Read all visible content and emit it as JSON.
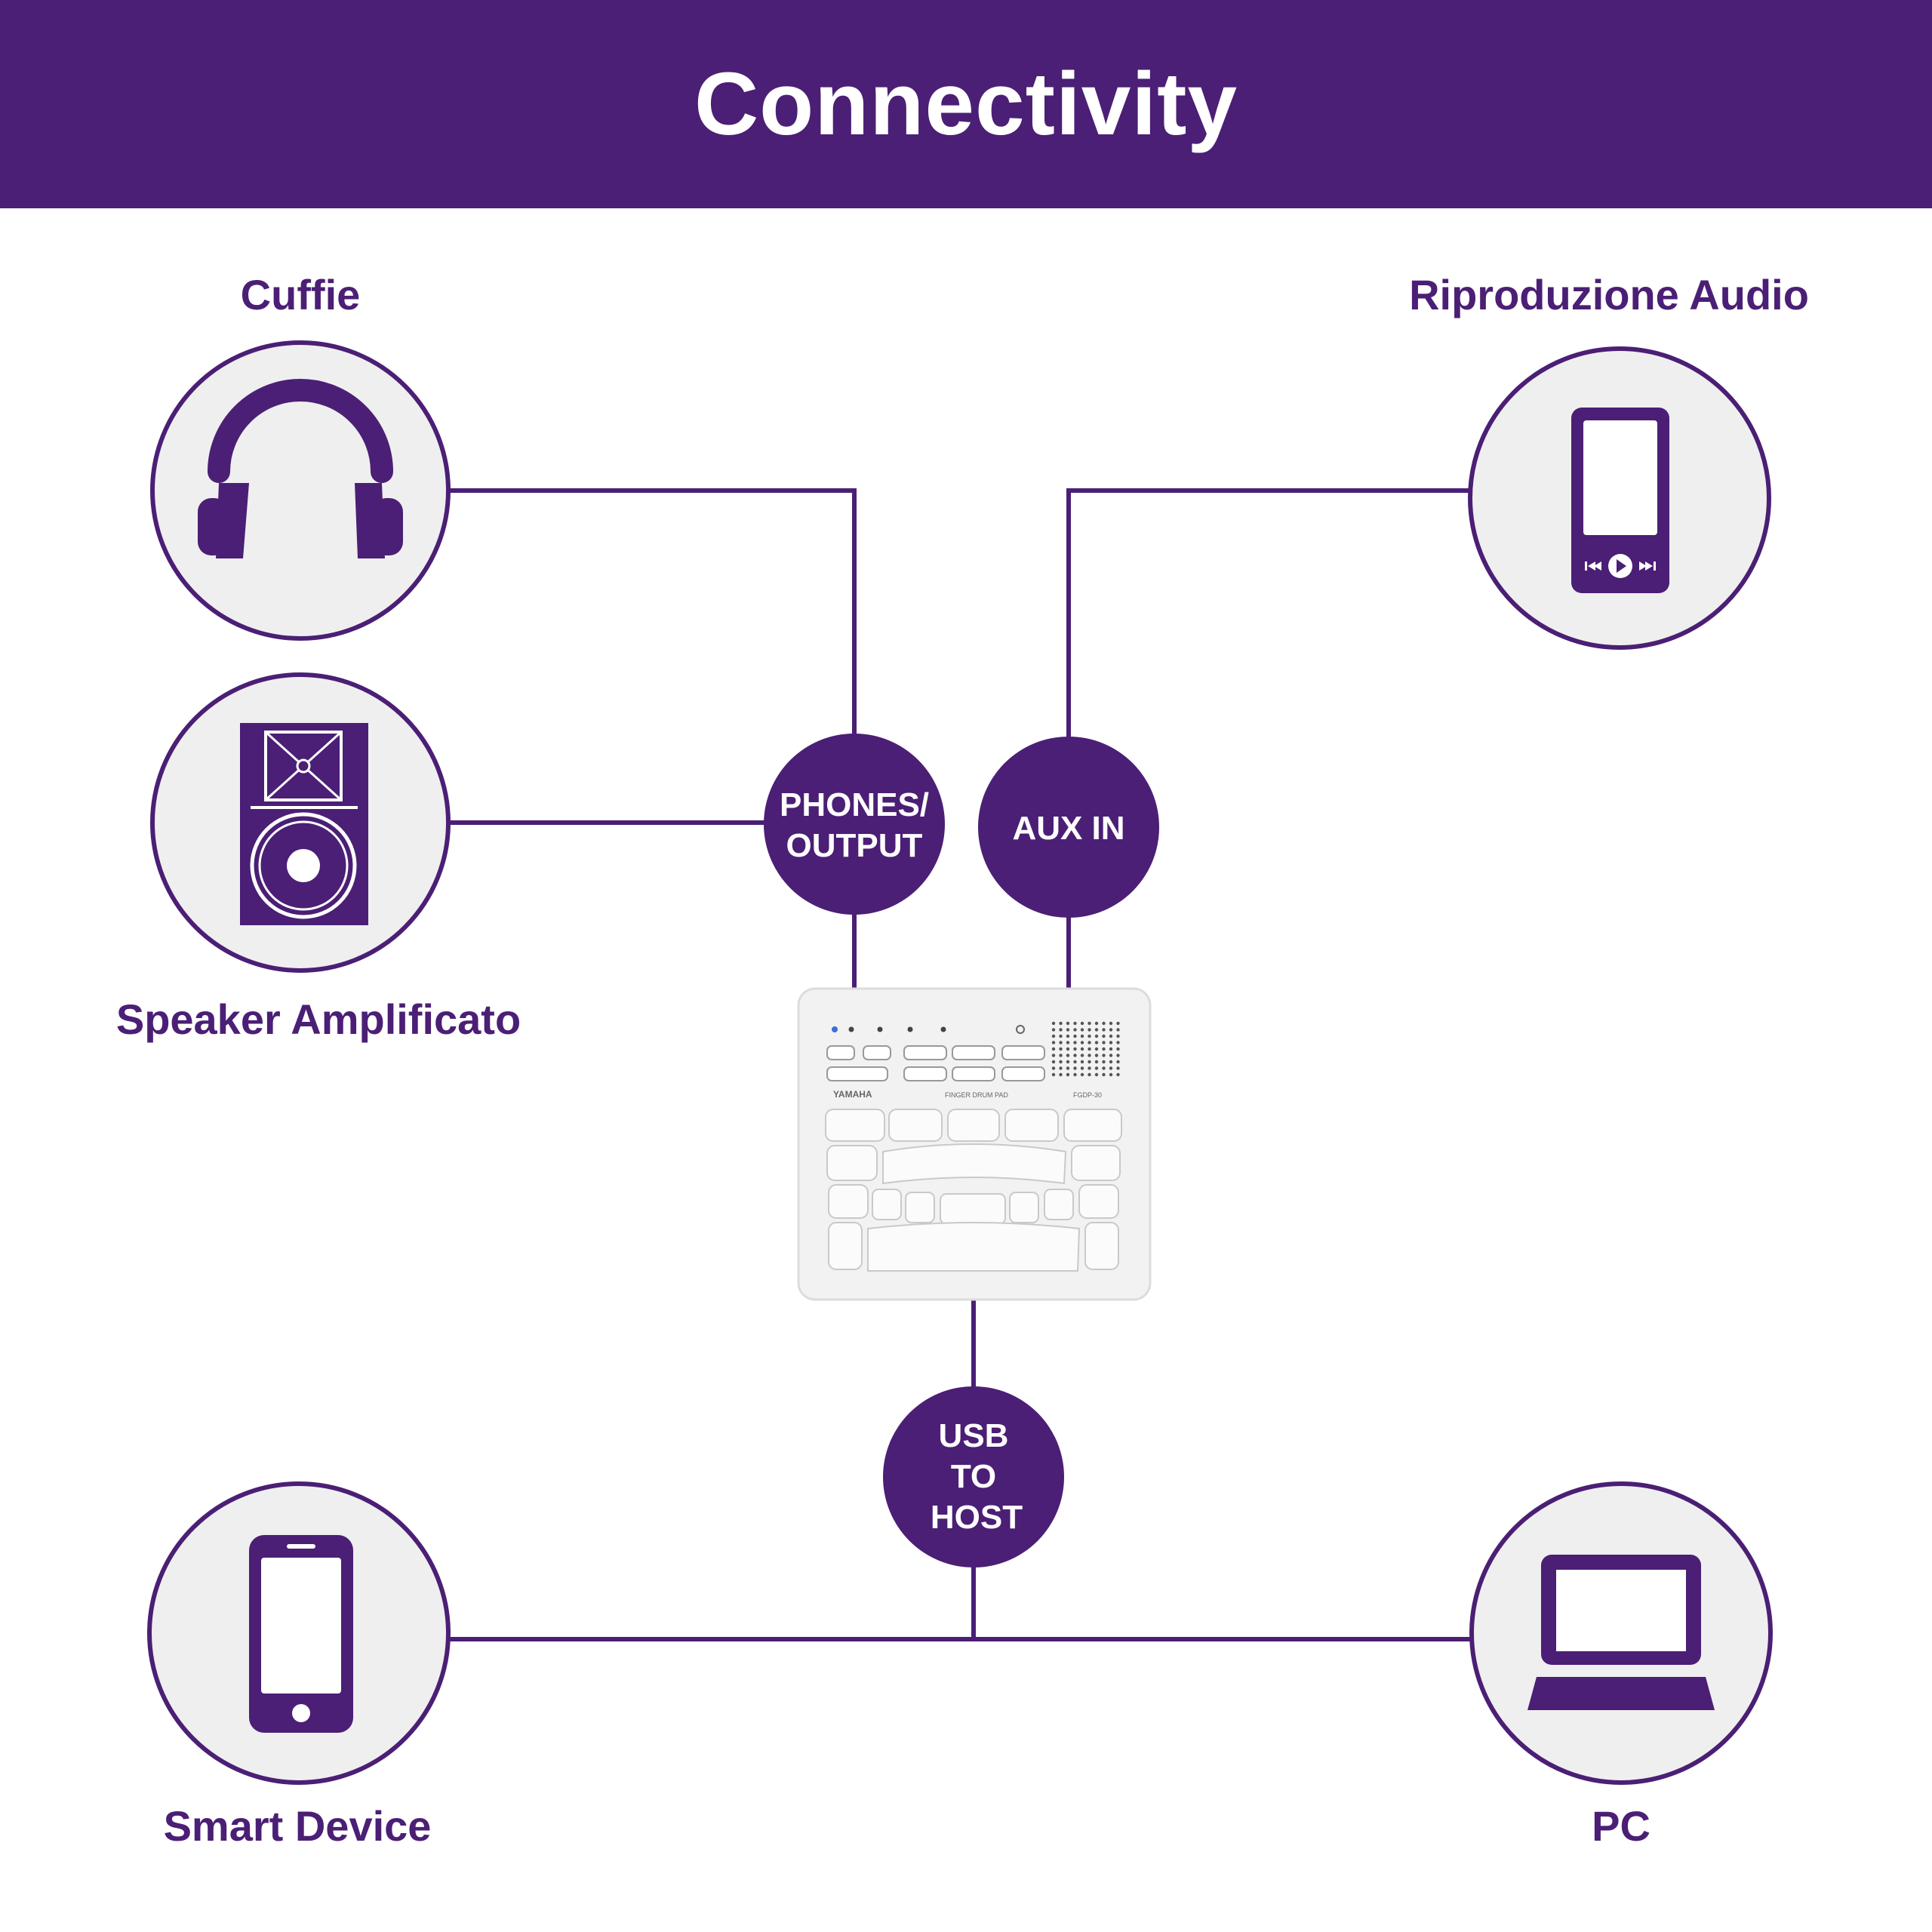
{
  "title": "Connectivity",
  "colors": {
    "primary": "#4b1f75",
    "circle_fill": "#efefef",
    "background": "#ffffff"
  },
  "devices": [
    {
      "id": "headphones",
      "label": "Cuffie",
      "icon": "headphones-icon"
    },
    {
      "id": "speaker",
      "label": "Speaker Amplificato",
      "icon": "speaker-icon"
    },
    {
      "id": "audio-player",
      "label": "Riproduzione Audio",
      "icon": "music-player-icon"
    },
    {
      "id": "smart-device",
      "label": "Smart Device",
      "icon": "smartphone-icon"
    },
    {
      "id": "pc",
      "label": "PC",
      "icon": "laptop-icon"
    }
  ],
  "ports": [
    {
      "id": "phones-output",
      "lines": [
        "PHONES/",
        "OUTPUT"
      ]
    },
    {
      "id": "aux-in",
      "lines": [
        "AUX IN"
      ]
    },
    {
      "id": "usb-to-host",
      "lines": [
        "USB",
        "TO",
        "HOST"
      ]
    }
  ],
  "product": {
    "brand": "YAMAHA",
    "name": "FINGER DRUM PAD",
    "model": "FGDP-30"
  }
}
